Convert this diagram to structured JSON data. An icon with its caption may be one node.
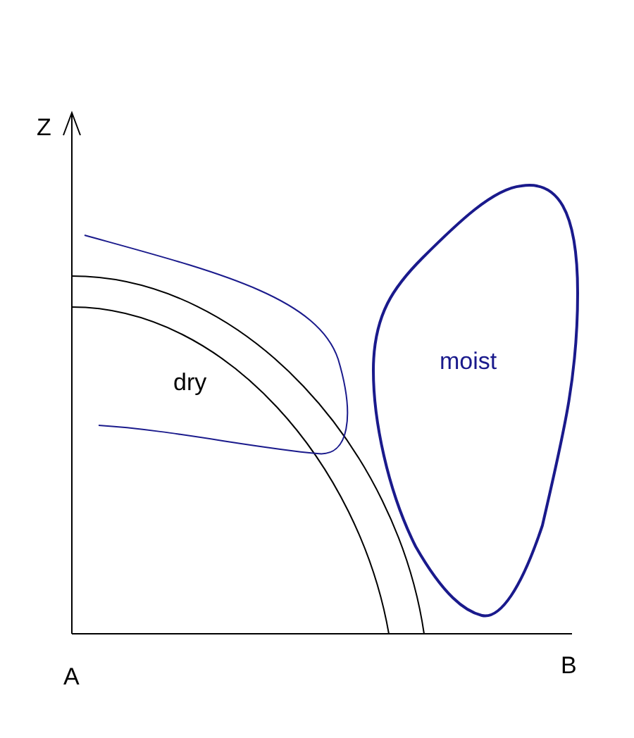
{
  "diagram": {
    "nodes": [
      {
        "text": [
          "moist"
        ]
      }
    ],
    "labels": [
      "Z",
      "dry",
      "A",
      "B"
    ]
  }
}
